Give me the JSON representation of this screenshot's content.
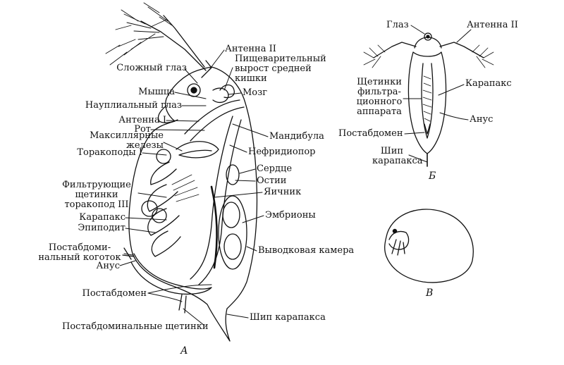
{
  "panel_a": {
    "letter": "А",
    "labels": {
      "compound_eye": "Сложный глаз",
      "muscle": "Мышца",
      "naupliar_eye": "Науплиальный глаз",
      "antenna_1": "Антенна I",
      "mouth": "Рот",
      "maxillary_glands": "Максиллярные\nжелезы",
      "thoracopods_1": "Торакоподы I",
      "filter_setae": "Фильтрующие\nщетинки\nторакопод III",
      "carapace": "Карапакс",
      "epipodite": "Эпиподит",
      "postabdominal_claw": "Постабдоми-\nнальный коготок",
      "anus": "Анус",
      "postabdomen": "Постабдомен",
      "postabdominal_setae": "Постабдоминальные щетинки",
      "antenna_2": "Антенна II",
      "digestive_caecum": "Пищеварительный\nвырост средней\nкишки",
      "brain": "Мозг",
      "mandible": "Мандибула",
      "nephridiopore": "Нефридиопор",
      "heart": "Сердце",
      "ostia": "Остии",
      "ovary": "Яичник",
      "embryos": "Эмбрионы",
      "brood_chamber": "Выводковая камера",
      "carapace_spine": "Шип карапакса"
    }
  },
  "panel_b": {
    "letter": "Б",
    "labels": {
      "eye": "Глаз",
      "antenna_2": "Антенна II",
      "filter_setae": "Щетинки\nфильтра-\nционного\nаппарата",
      "carapace": "Карапакс",
      "anus": "Анус",
      "postabdomen": "Постабдомен",
      "carapace_spine": "Шип\nкарапакса"
    }
  },
  "panel_c": {
    "letter": "В"
  }
}
